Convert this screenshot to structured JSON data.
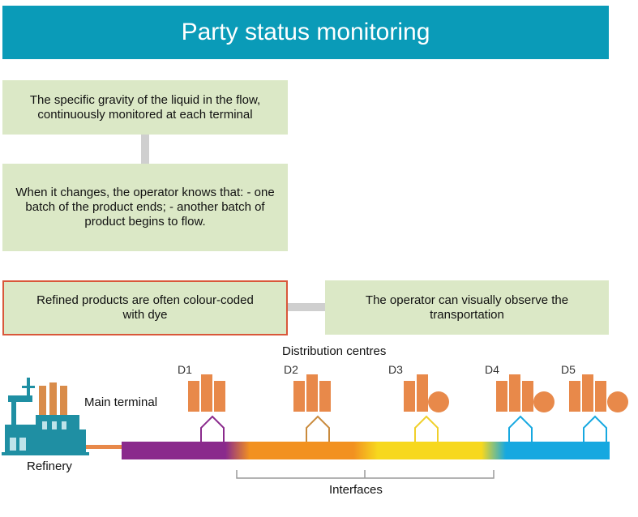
{
  "title": "Party status monitoring",
  "box_gravity": "The specific gravity of the liquid in the flow, continuously monitored at each terminal",
  "box_change": "When it changes, the operator knows that: - one batch of the product ends; - another batch of product begins to flow.",
  "box_dye": "Refined products are often colour-coded with dye",
  "box_observe": "The operator can visually observe the transportation",
  "distribution_label": "Distribution centres",
  "main_terminal_label": "Main terminal",
  "refinery_label": "Refinery",
  "interfaces_label": "Interfaces",
  "depots": [
    {
      "label": "D1"
    },
    {
      "label": "D2"
    },
    {
      "label": "D3"
    },
    {
      "label": "D4"
    },
    {
      "label": "D5"
    }
  ],
  "colors": {
    "title_bg": "#0a9bb8",
    "box_bg": "#dbe8c6",
    "dye_border": "#d9573a",
    "purple": "#8a2a8c",
    "orange": "#f29120",
    "yellow": "#f7d81e",
    "blue": "#16a8e0",
    "tank": "#e8894a",
    "refinery": "#1f8fa3"
  }
}
